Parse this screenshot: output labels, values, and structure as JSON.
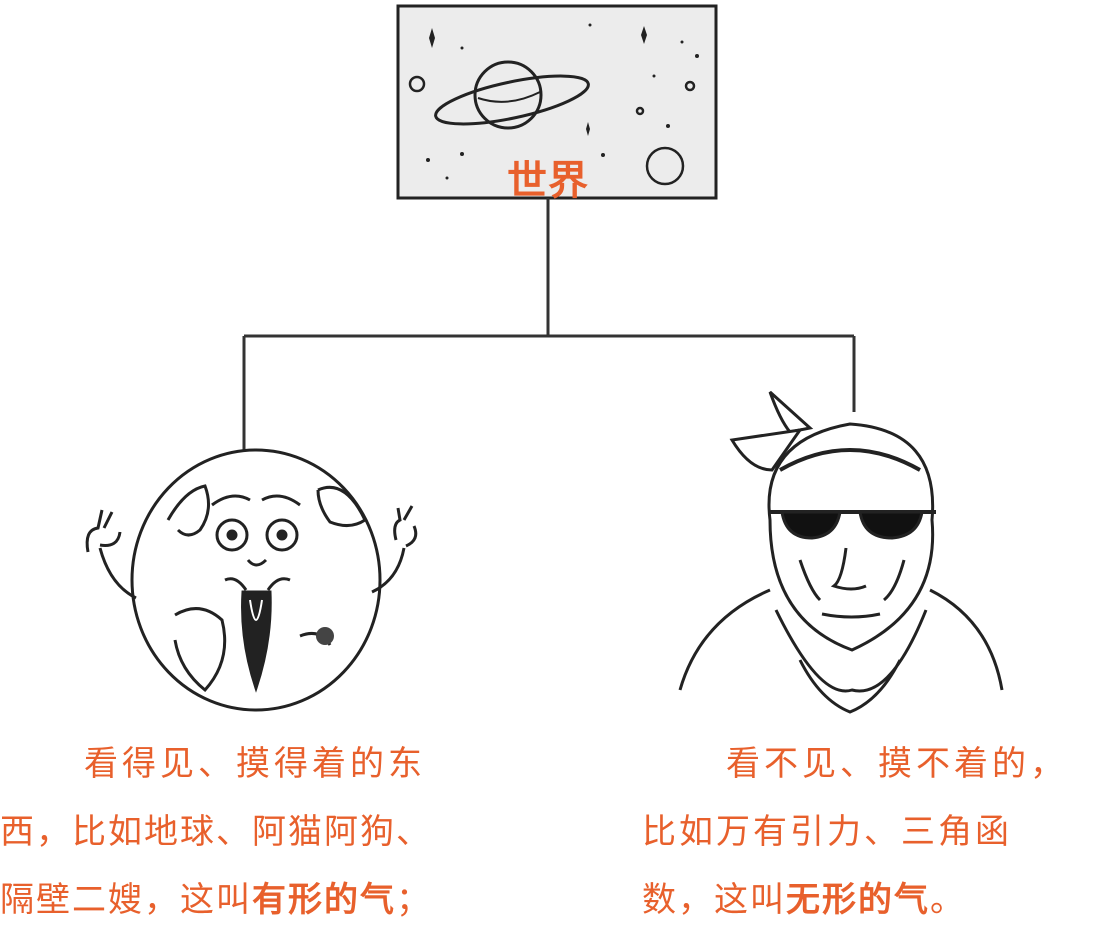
{
  "root": {
    "label": "世界"
  },
  "left": {
    "line1": "看得见、摸得着的东",
    "line2": "西，比如地球、阿猫阿狗、",
    "line3_prefix": "隔壁二嫂，这叫",
    "line3_emphasis": "有形的气",
    "line3_suffix": "；"
  },
  "right": {
    "line1": "看不见、摸不着的，",
    "line2": "比如万有引力、三角函",
    "line3_prefix": "数，这叫",
    "line3_emphasis": "无形的气",
    "line3_suffix": "。"
  },
  "colors": {
    "accent": "#e8602c",
    "ink": "#222222",
    "panel": "#ececec",
    "glasses": "#111111"
  }
}
